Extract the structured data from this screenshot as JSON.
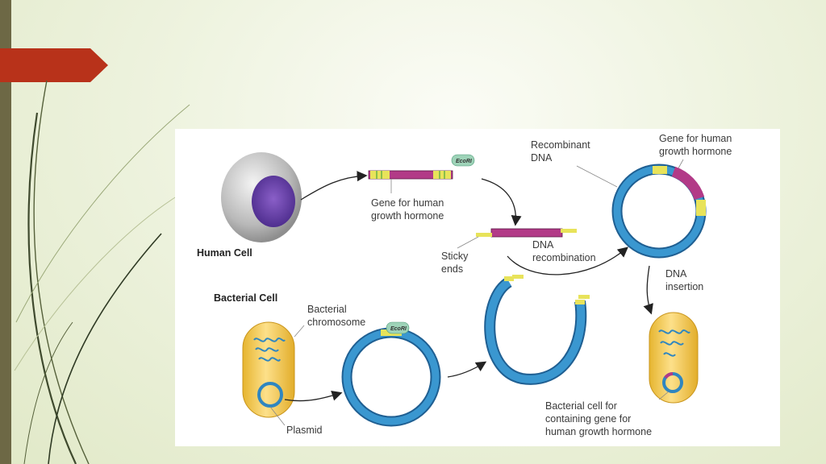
{
  "diagram": {
    "human_cell_label": "Human Cell",
    "bacterial_cell_label": "Bacterial Cell",
    "bacterial_chromosome_label": [
      "Bacterial",
      "chromosome"
    ],
    "plasmid_label": "Plasmid",
    "gene_label": [
      "Gene for human",
      "growth hormone"
    ],
    "ecori_label": "EcoRI",
    "ecori_label_2": "EcoRI",
    "sticky_ends_label": [
      "Sticky",
      "ends"
    ],
    "dna_recombination_label": [
      "DNA",
      "recombination"
    ],
    "recombinant_dna_label": [
      "Recombinant",
      "DNA"
    ],
    "gene_label_top": [
      "Gene for human",
      "growth hormone"
    ],
    "dna_insertion_label": [
      "DNA",
      "insertion"
    ],
    "result_label": [
      "Bacterial cell for",
      "containing gene for",
      "human growth hormone"
    ]
  },
  "colors": {
    "accent_tab": "#b8321a",
    "left_bar": "#6d6845",
    "plasmid_blue": "#2f86c0",
    "gene_magenta": "#b23a87",
    "bacterium_yellow": "#f0c344"
  }
}
